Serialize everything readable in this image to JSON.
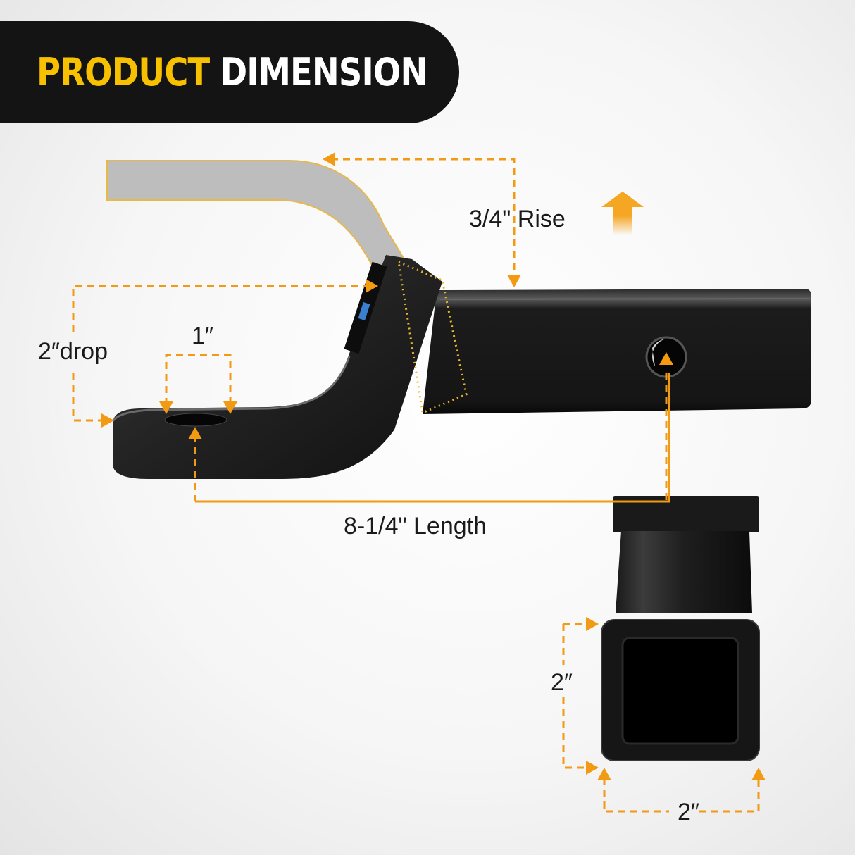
{
  "banner": {
    "title_highlight": "PRODUCT",
    "title_rest": "DIMENSION",
    "highlight_color": "#f7c000",
    "background_color": "#141414"
  },
  "product": {
    "name": "Trailer hitch ball mount with 2\" receiver shank",
    "color": "black"
  },
  "dimensions": {
    "rise": "3/4\" Rise",
    "drop": "2″drop",
    "hole": "1″",
    "length": "8-1/4\" Length",
    "shank_height": "2″",
    "shank_width": "2″"
  },
  "annotation_color": "#f29a12",
  "icons": {
    "rise_arrow": "up-arrow-icon"
  }
}
